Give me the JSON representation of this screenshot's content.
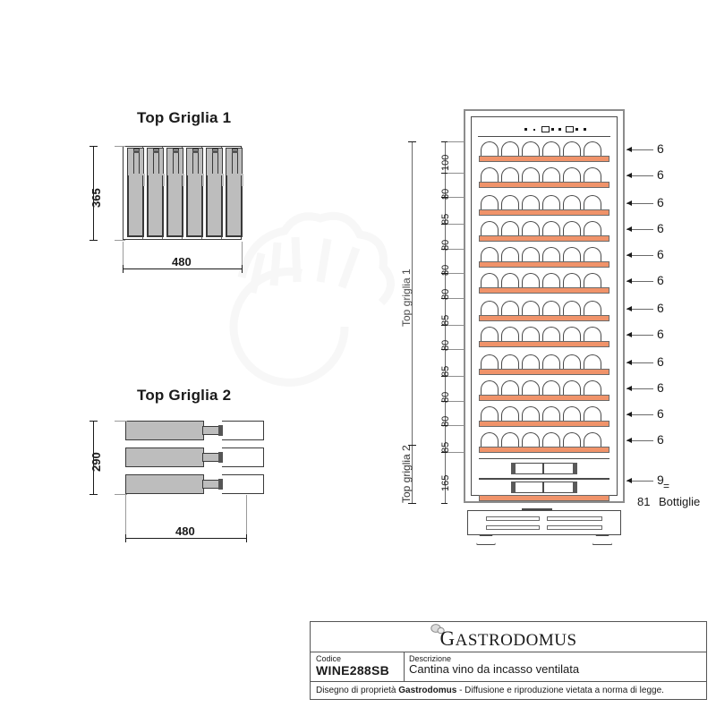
{
  "drawing": {
    "plan1": {
      "title": "Top Griglia 1",
      "height_mm": "365",
      "width_mm": "480",
      "bottles": 6,
      "orientation": "vertical"
    },
    "plan2": {
      "title": "Top Griglia 2",
      "height_mm": "290",
      "width_mm": "480",
      "bottles": 3,
      "orientation": "horizontal"
    },
    "cabinet": {
      "label_griglia1": "Top griglia 1",
      "label_griglia2": "Top griglia 2",
      "equals_sign": "=",
      "total_count": "81",
      "total_unit": "Bottiglie",
      "shelf_spacings": [
        "100",
        "80",
        "85",
        "80",
        "80",
        "80",
        "85",
        "80",
        "85",
        "80",
        "80",
        "85",
        "165"
      ],
      "shelf_counts": [
        "6",
        "6",
        "6",
        "6",
        "6",
        "6",
        "6",
        "6",
        "6",
        "6",
        "6",
        "6",
        "9"
      ],
      "panel_icons": [
        "dot",
        "dot",
        "display",
        "dot",
        "dot",
        "display",
        "dot",
        "dot"
      ]
    }
  },
  "titleblock": {
    "logo_initial": "G",
    "logo_rest": "ASTRODOMUS",
    "code_label": "Codice",
    "code_value": "WINE288SB",
    "desc_label": "Descrizione",
    "desc_value": "Cantina vino da incasso ventilata",
    "footer_pre": "Disegno di proprietà ",
    "footer_brand": "Gastrodomus",
    "footer_post": " - Diffusione e riproduzione vietata a norma di legge."
  },
  "colors": {
    "shelf_orange": "#f0936a",
    "bottle_grey": "#bdbdbd",
    "line": "#1a1a1a",
    "frame_grey": "#8c8c8c"
  }
}
